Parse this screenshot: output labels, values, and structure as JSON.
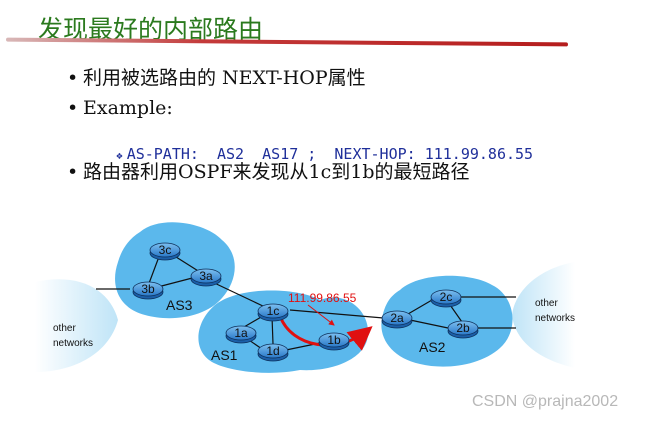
{
  "slide": {
    "title": "发现最好的内部路由",
    "bullets": [
      "利用被选路由的 NEXT-HOP属性",
      "Example:",
      "路由器利用OSPF来发现从1c到1b的最短路径"
    ],
    "bullet_glyph": "•",
    "sub_bullet_glyph": "❖",
    "sub_bullet": "AS-PATH:  AS2  AS17 ;  NEXT-HOP: 111.99.86.55"
  },
  "diagram": {
    "as_labels": {
      "as1": "AS1",
      "as2": "AS2",
      "as3": "AS3"
    },
    "routers": {
      "r3c": "3c",
      "r3a": "3a",
      "r3b": "3b",
      "r1a": "1a",
      "r1c": "1c",
      "r1d": "1d",
      "r1b": "1b",
      "r2a": "2a",
      "r2c": "2c",
      "r2b": "2b"
    },
    "next_hop_ip": "111.99.86.55",
    "other_networks": "other\nnetworks",
    "other_networks_right": [
      "other",
      "networks"
    ],
    "other_networks_left": [
      "other",
      "networks"
    ],
    "colors": {
      "cloud": "#5bb8ec",
      "router": "#3a8fd8",
      "router_dark": "#1b5fa8",
      "arrow": "#e01010",
      "ip_text": "#e01010"
    }
  },
  "watermark": "CSDN @prajna2002"
}
